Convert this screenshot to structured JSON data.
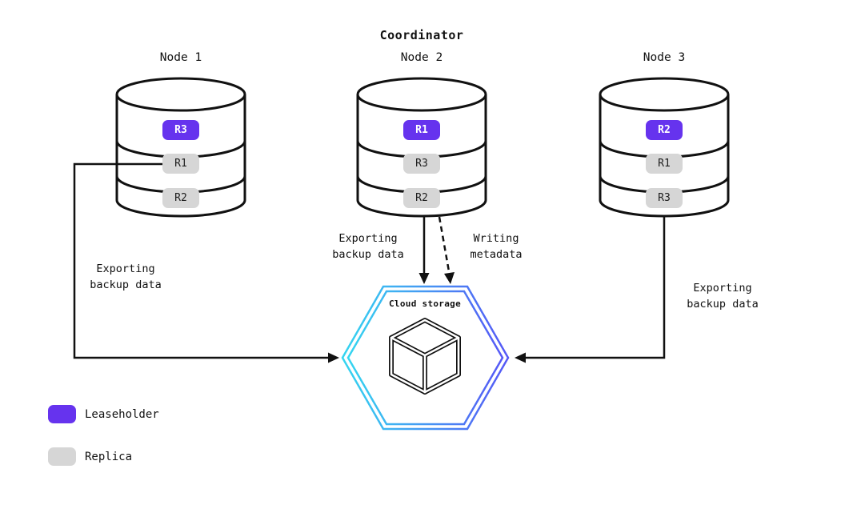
{
  "title": "Coordinator",
  "colors": {
    "leaseholder_fill": "#6633EE",
    "replica_fill": "#D6D6D6",
    "hex_gradient_start": "#35D6F0",
    "hex_gradient_end": "#5658F6",
    "arrow_color": "#111111"
  },
  "nodes": [
    {
      "label": "Node 1",
      "replicas": [
        {
          "id": "R3",
          "role": "leaseholder"
        },
        {
          "id": "R1",
          "role": "replica"
        },
        {
          "id": "R2",
          "role": "replica"
        }
      ]
    },
    {
      "label": "Node 2",
      "replicas": [
        {
          "id": "R1",
          "role": "leaseholder"
        },
        {
          "id": "R3",
          "role": "replica"
        },
        {
          "id": "R2",
          "role": "replica"
        }
      ]
    },
    {
      "label": "Node 3",
      "replicas": [
        {
          "id": "R2",
          "role": "leaseholder"
        },
        {
          "id": "R1",
          "role": "replica"
        },
        {
          "id": "R3",
          "role": "replica"
        }
      ]
    }
  ],
  "cloud": {
    "label": "Cloud storage"
  },
  "edges": [
    {
      "from": "Node 1",
      "to": "Cloud storage",
      "style": "solid",
      "label": "Exporting\nbackup data"
    },
    {
      "from": "Node 2",
      "to": "Cloud storage",
      "style": "solid",
      "label": "Exporting\nbackup data"
    },
    {
      "from": "Node 2",
      "to": "Cloud storage",
      "style": "dashed",
      "label": "Writing\nmetadata"
    },
    {
      "from": "Node 3",
      "to": "Cloud storage",
      "style": "solid",
      "label": "Exporting\nbackup data"
    }
  ],
  "legend": {
    "items": [
      {
        "label": "Leaseholder"
      },
      {
        "label": "Replica"
      }
    ]
  }
}
